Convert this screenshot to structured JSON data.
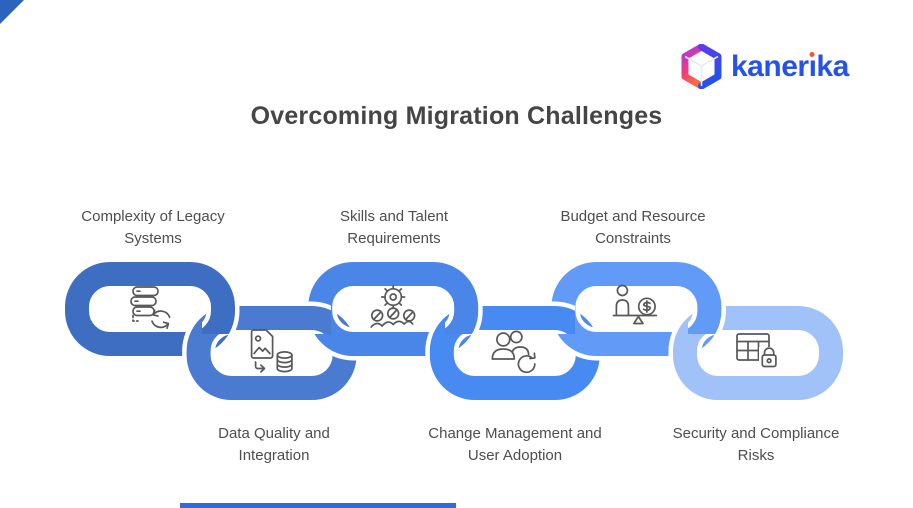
{
  "title": "Overcoming Migration Challenges",
  "logo": {
    "text": "kanerika",
    "text_parts": [
      "kaner",
      "ı",
      "ka"
    ],
    "text_color": "#2553e9",
    "i_dot_color": "#ff5230",
    "cube_colors": [
      "#a437ee",
      "#5a3cf2",
      "#2452e8",
      "#ff6a3d",
      "#ef3d7b"
    ]
  },
  "challenges": [
    {
      "label": "Complexity of Legacy Systems",
      "position": "top",
      "icon": "legacy-systems-sync-icon",
      "color": "#3d6ec1"
    },
    {
      "label": "Data Quality and Integration",
      "position": "bottom",
      "icon": "image-to-database-icon",
      "color": "#4a7bd0"
    },
    {
      "label": "Skills and Talent Requirements",
      "position": "top",
      "icon": "gear-team-icon",
      "color": "#4a86e8"
    },
    {
      "label": "Change Management and User Adoption",
      "position": "bottom",
      "icon": "users-refresh-icon",
      "color": "#478bf2"
    },
    {
      "label": "Budget and Resource Constraints",
      "position": "top",
      "icon": "person-money-balance-icon",
      "color": "#619bf7"
    },
    {
      "label": "Security and Compliance Risks",
      "position": "bottom",
      "icon": "table-lock-icon",
      "color": "#a0c2f8"
    }
  ],
  "decorations": {
    "corner_accent_color": "#2d63bd",
    "footer_bar_color": "#2d6be0",
    "link_gap_color": "#ffffff"
  }
}
